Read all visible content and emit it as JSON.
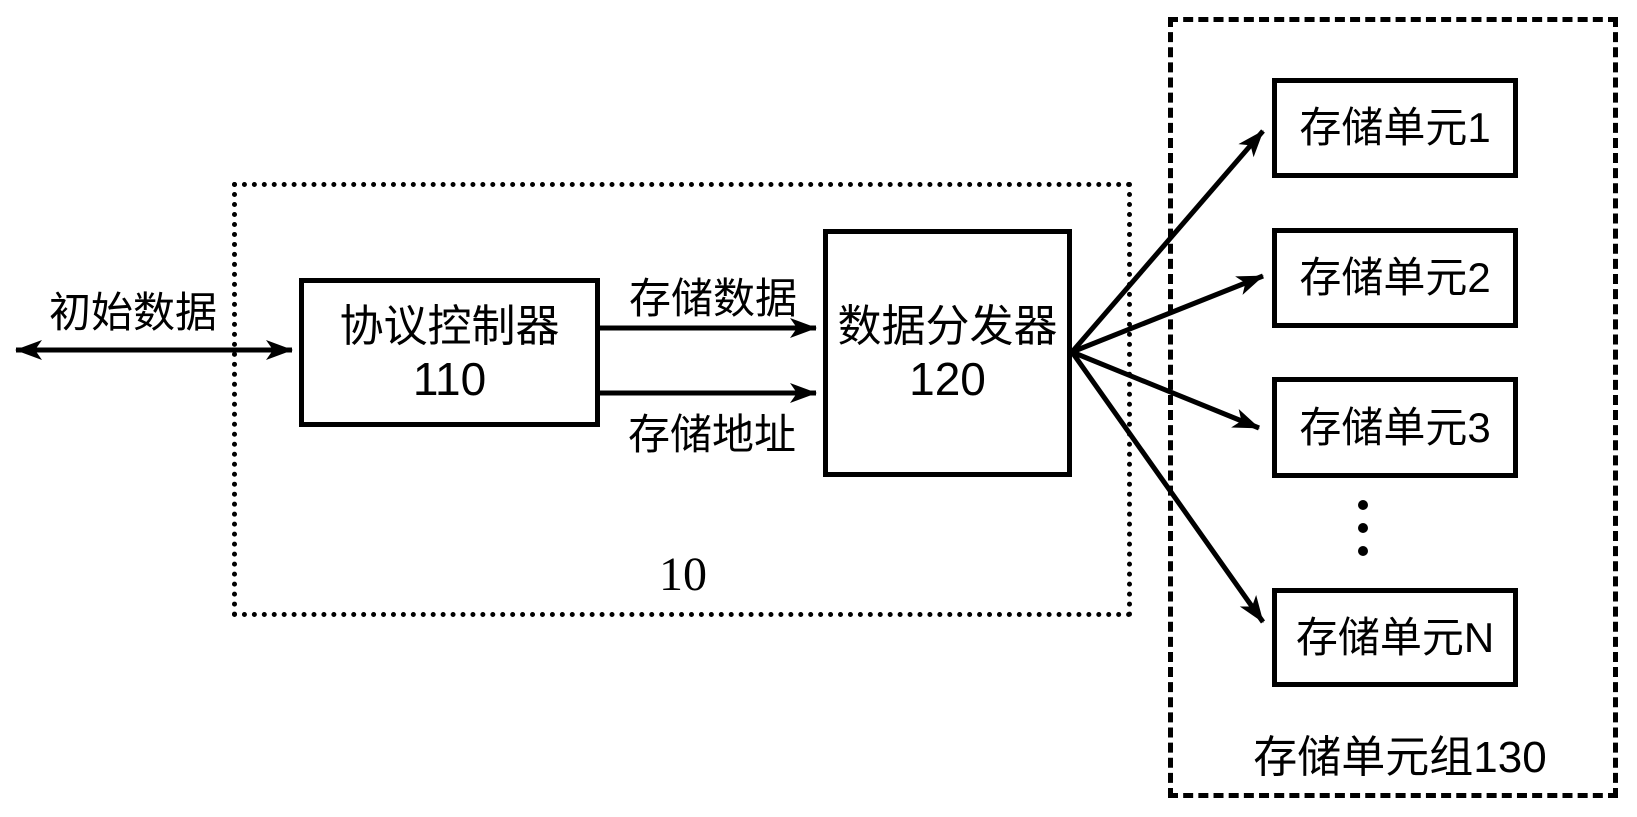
{
  "figure": {
    "system_label": "10",
    "input_label": "初始数据",
    "protocol_controller": {
      "title": "协议控制器",
      "ref": "110"
    },
    "data_distributor": {
      "title": "数据分发器",
      "ref": "120"
    },
    "link_labels": {
      "store_data": "存储数据",
      "store_address": "存储地址"
    },
    "storage_group": {
      "label": "存储单元组130",
      "units": [
        "存储单元1",
        "存储单元2",
        "存储单元3",
        "存储单元N"
      ],
      "ellipsis_dot_count": 3
    }
  },
  "colors": {
    "ink": "#000000",
    "background": "#ffffff"
  }
}
